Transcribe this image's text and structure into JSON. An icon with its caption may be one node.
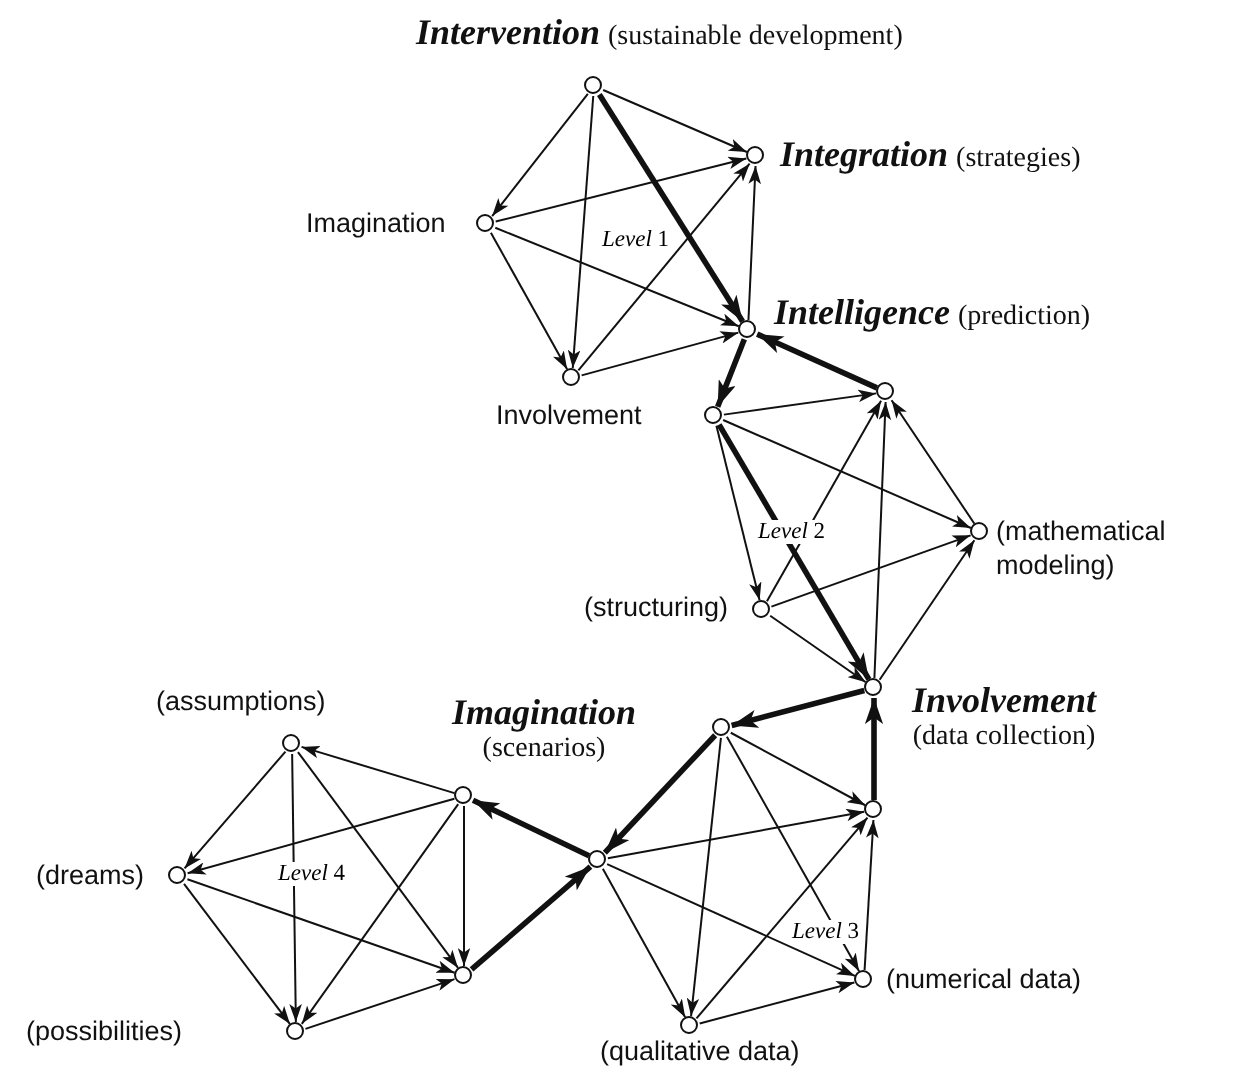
{
  "diagram": {
    "nodes": [
      {
        "text": [],
        "shape": "circle",
        "beside": [
          "Intervention",
          "(sustainable development)"
        ]
      },
      {
        "text": [],
        "shape": "circle",
        "beside": [
          "Integration",
          "(strategies)"
        ]
      },
      {
        "text": [],
        "shape": "circle",
        "beside": [
          "Imagination"
        ]
      },
      {
        "text": [],
        "shape": "circle",
        "beside": [
          "Intelligence",
          "(prediction)"
        ]
      },
      {
        "text": [],
        "shape": "circle",
        "beside": [
          "Involvement"
        ]
      },
      {
        "text": [],
        "shape": "circle"
      },
      {
        "text": [],
        "shape": "circle"
      },
      {
        "text": [],
        "shape": "circle",
        "beside": [
          "(mathematical modeling)"
        ]
      },
      {
        "text": [],
        "shape": "circle",
        "beside": [
          "(structuring)"
        ]
      },
      {
        "text": [],
        "shape": "circle",
        "beside": [
          "Involvement",
          "(data collection)"
        ]
      },
      {
        "text": [],
        "shape": "circle"
      },
      {
        "text": [],
        "shape": "circle"
      },
      {
        "text": [],
        "shape": "circle",
        "beside": [
          "Imagination",
          "(scenarios)"
        ]
      },
      {
        "text": [],
        "shape": "circle",
        "beside": [
          "(numerical data)"
        ]
      },
      {
        "text": [],
        "shape": "circle",
        "beside": [
          "(qualitative data)"
        ]
      },
      {
        "text": [],
        "shape": "circle",
        "beside": [
          "(assumptions)"
        ]
      },
      {
        "text": [],
        "shape": "circle"
      },
      {
        "text": [],
        "shape": "circle",
        "beside": [
          "(dreams)"
        ]
      },
      {
        "text": [],
        "shape": "circle"
      },
      {
        "text": [],
        "shape": "circle",
        "beside": [
          "(possibilities)"
        ]
      }
    ],
    "edges": [
      {
        "from": 0,
        "to": 2,
        "arrow": "to"
      },
      {
        "from": 0,
        "to": 1,
        "arrow": "to"
      },
      {
        "from": 0,
        "to": 4,
        "arrow": "to"
      },
      {
        "from": 0,
        "to": 3,
        "arrow": "to",
        "style": "thick"
      },
      {
        "from": 2,
        "to": 1,
        "arrow": "to"
      },
      {
        "from": 2,
        "to": 3,
        "arrow": "to"
      },
      {
        "from": 2,
        "to": 4,
        "arrow": "to"
      },
      {
        "from": 4,
        "to": 1,
        "arrow": "to"
      },
      {
        "from": 4,
        "to": 3,
        "arrow": "to"
      },
      {
        "from": 3,
        "to": 1,
        "arrow": "to"
      },
      {
        "from": 5,
        "to": 3,
        "arrow": "to",
        "style": "thick"
      },
      {
        "from": 3,
        "to": 6,
        "arrow": "to",
        "style": "thick"
      },
      {
        "from": 6,
        "to": 5,
        "arrow": "to"
      },
      {
        "from": 6,
        "to": 7,
        "arrow": "to"
      },
      {
        "from": 6,
        "to": 8,
        "arrow": "to"
      },
      {
        "from": 6,
        "to": 9,
        "arrow": "to",
        "style": "thick"
      },
      {
        "from": 8,
        "to": 5,
        "arrow": "to"
      },
      {
        "from": 8,
        "to": 7,
        "arrow": "to"
      },
      {
        "from": 8,
        "to": 9,
        "arrow": "to"
      },
      {
        "from": 9,
        "to": 5,
        "arrow": "to"
      },
      {
        "from": 7,
        "to": 5,
        "arrow": "to"
      },
      {
        "from": 9,
        "to": 7,
        "arrow": "to"
      },
      {
        "from": 11,
        "to": 9,
        "arrow": "to",
        "style": "thick"
      },
      {
        "from": 9,
        "to": 10,
        "arrow": "to",
        "style": "thick"
      },
      {
        "from": 10,
        "to": 12,
        "arrow": "to",
        "style": "thick"
      },
      {
        "from": 10,
        "to": 11,
        "arrow": "to"
      },
      {
        "from": 10,
        "to": 13,
        "arrow": "to"
      },
      {
        "from": 10,
        "to": 14,
        "arrow": "to"
      },
      {
        "from": 12,
        "to": 11,
        "arrow": "to"
      },
      {
        "from": 12,
        "to": 13,
        "arrow": "to"
      },
      {
        "from": 12,
        "to": 14,
        "arrow": "to"
      },
      {
        "from": 14,
        "to": 11,
        "arrow": "to"
      },
      {
        "from": 14,
        "to": 13,
        "arrow": "to"
      },
      {
        "from": 13,
        "to": 11,
        "arrow": "to"
      },
      {
        "from": 12,
        "to": 16,
        "arrow": "to",
        "style": "thick"
      },
      {
        "from": 18,
        "to": 12,
        "arrow": "to",
        "style": "thick"
      },
      {
        "from": 16,
        "to": 15,
        "arrow": "to"
      },
      {
        "from": 16,
        "to": 17,
        "arrow": "to"
      },
      {
        "from": 16,
        "to": 19,
        "arrow": "to"
      },
      {
        "from": 16,
        "to": 18,
        "arrow": "to"
      },
      {
        "from": 15,
        "to": 18,
        "arrow": "to"
      },
      {
        "from": 15,
        "to": 17,
        "arrow": "to"
      },
      {
        "from": 15,
        "to": 19,
        "arrow": "to"
      },
      {
        "from": 17,
        "to": 18,
        "arrow": "to"
      },
      {
        "from": 17,
        "to": 19,
        "arrow": "to"
      },
      {
        "from": 19,
        "to": 18,
        "arrow": "to"
      }
    ],
    "labels": [
      "*Level* 1",
      "*Level* 2",
      "*Level* 3",
      "*Level* 4"
    ]
  }
}
